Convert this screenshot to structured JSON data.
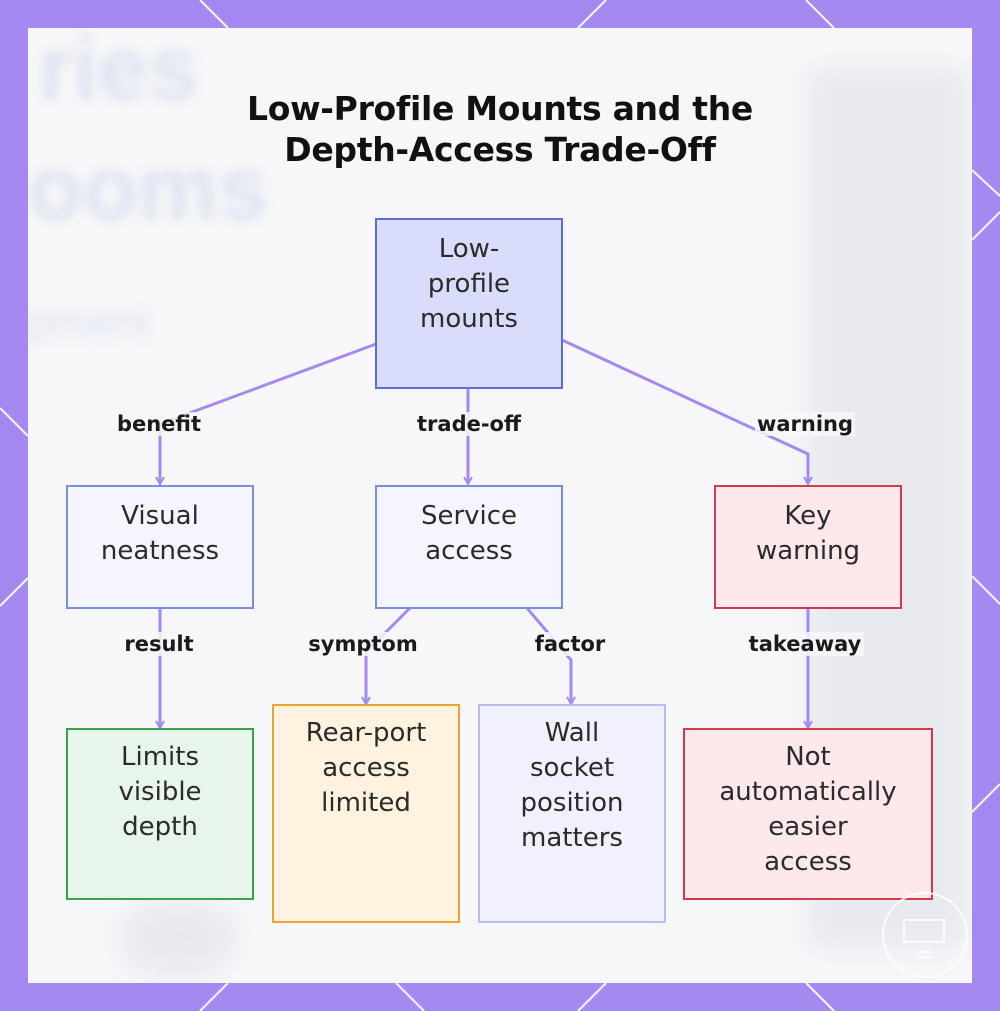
{
  "title_lines": [
    "Low-Profile Mounts and the",
    "Depth-Access Trade-Off"
  ],
  "colors": {
    "frame": "#a48af0",
    "edge": "#a48af0",
    "card": "#f7f7f9"
  },
  "nodes": {
    "root": {
      "lines": [
        "Low-",
        "profile",
        "mounts"
      ],
      "fill": "#d9dcfb",
      "border": "#5a6fd0"
    },
    "visual": {
      "lines": [
        "Visual",
        "neatness"
      ],
      "fill": "#f5f6fd",
      "border": "#7b8fd8"
    },
    "service": {
      "lines": [
        "Service",
        "access"
      ],
      "fill": "#f5f6fd",
      "border": "#7b8fd8"
    },
    "key_warning": {
      "lines": [
        "Key",
        "warning"
      ],
      "fill": "#fde8ec",
      "border": "#d23b4e"
    },
    "limits": {
      "lines": [
        "Limits",
        "visible",
        "depth"
      ],
      "fill": "#e8f5ea",
      "border": "#3aa34a"
    },
    "rear_port": {
      "lines": [
        "Rear-port",
        "access",
        "limited"
      ],
      "fill": "#fff2df",
      "border": "#eaa335"
    },
    "wall_socket": {
      "lines": [
        "Wall",
        "socket",
        "position",
        "matters"
      ],
      "fill": "#f0f1fc",
      "border": "#b8bef0"
    },
    "not_easier": {
      "lines": [
        "Not",
        "automatically",
        "easier",
        "access"
      ],
      "fill": "#fde8ec",
      "border": "#d23b4e"
    }
  },
  "edges": {
    "benefit": "benefit",
    "trade_off": "trade-off",
    "warning": "warning",
    "result": "result",
    "symptom": "symptom",
    "factor": "factor",
    "takeaway": "takeaway"
  },
  "background_text": [
    "ries",
    "ooms",
    "ipment"
  ]
}
